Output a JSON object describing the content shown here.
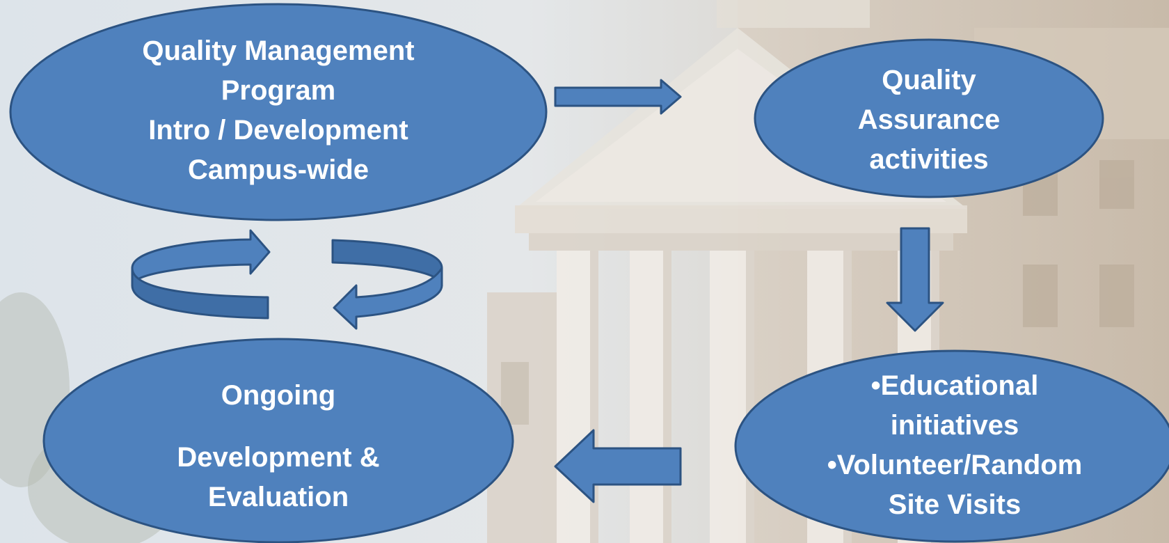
{
  "diagram": {
    "nodes": {
      "qmp": {
        "lines": [
          "Quality Management",
          "Program",
          "Intro / Development",
          "Campus-wide"
        ]
      },
      "qa": {
        "lines": [
          "Quality",
          "Assurance",
          "activities"
        ]
      },
      "edu": {
        "lines": [
          "•Educational",
          "initiatives",
          "•Volunteer/Random",
          "Site Visits"
        ]
      },
      "ongoing": {
        "lines": [
          "Ongoing",
          "Development &",
          "Evaluation"
        ]
      }
    },
    "colors": {
      "node_fill": "#4f81bd",
      "node_stroke": "#2c5382",
      "arrow_fill": "#4f81bd",
      "arrow_stroke": "#2c5382",
      "text": "#ffffff"
    },
    "connectors": [
      {
        "from": "qmp",
        "to": "qa",
        "direction": "right"
      },
      {
        "from": "qa",
        "to": "edu",
        "direction": "down"
      },
      {
        "from": "edu",
        "to": "ongoing",
        "direction": "left"
      },
      {
        "from": "ongoing",
        "to": "qmp",
        "direction": "cycle"
      }
    ]
  }
}
